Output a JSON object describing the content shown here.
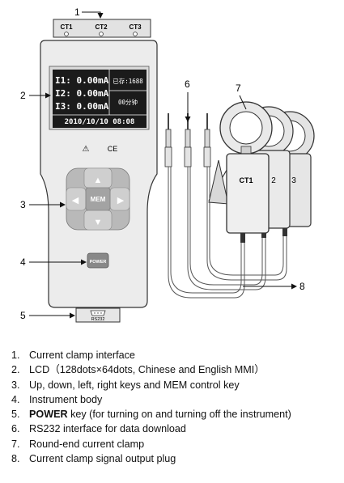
{
  "callouts": {
    "c1": "1",
    "c2": "2",
    "c3": "3",
    "c4": "4",
    "c5": "5",
    "c6": "6",
    "c7": "7",
    "c8": "8"
  },
  "connector": {
    "ct1": "CT1",
    "ct2": "CT2",
    "ct3": "CT3"
  },
  "lcd": {
    "row1": "I1: 0.00mA",
    "row2": "I2: 0.00mA",
    "row3": "I3: 0.00mA",
    "stored": "已存:1688",
    "interval": "00分钟",
    "datetime": "2010/10/10  08:08"
  },
  "body_marks": {
    "warning": "⚠",
    "ce": "CE"
  },
  "keys": {
    "mem": "MEM",
    "power": "POWER",
    "up": "▲",
    "down": "▼",
    "left": "◀",
    "right": "▶"
  },
  "rs232_port_label": "RS232",
  "clamps": {
    "first": "CT1",
    "second": "2",
    "third": "3"
  },
  "legend": [
    {
      "num": "1.",
      "text": "Current clamp interface"
    },
    {
      "num": "2.",
      "text": "LCD（128dots×64dots, Chinese and English MMI）"
    },
    {
      "num": "3.",
      "text": "Up, down, left, right keys and MEM control key"
    },
    {
      "num": "4.",
      "text": "Instrument body"
    },
    {
      "num": "5.",
      "bold": "POWER",
      "text": " key (for turning on and turning off the instrument)"
    },
    {
      "num": "6.",
      "text": "RS232 interface for data download"
    },
    {
      "num": "7.",
      "text": "Round-end current clamp"
    },
    {
      "num": "8.",
      "text": "Current clamp signal output plug"
    }
  ],
  "colors": {
    "body": "#ececec",
    "outline": "#333333",
    "lcd": "#1b1b1b",
    "keypad": "#b9b9b9",
    "wire": "#555555"
  }
}
